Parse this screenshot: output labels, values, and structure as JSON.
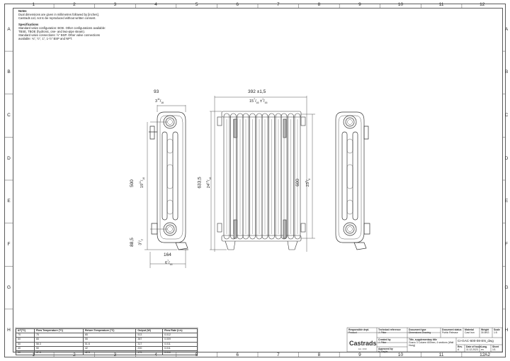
{
  "notes": {
    "title": "Notes",
    "line1": "Dual dimensions are given in millimetres followed by [inches].",
    "line2": "Castrads Ltd, not to be reproduced without written consent.",
    "spec_title": "Specifications",
    "spec1": "Standard valve configuration: BOE. Other configurations available:",
    "spec2": "TBSE, TBOE (hydronic, one- and two-pipe steam).",
    "spec3": "Standard valve connections: ½\" BSP. Other valve connections",
    "spec4": "available: ¾\", ½\", 1\", 1-½\" BSP and NPT."
  },
  "grid": {
    "columns": [
      "1",
      "2",
      "3",
      "4",
      "5",
      "6",
      "7",
      "8",
      "9",
      "10",
      "11",
      "12"
    ],
    "rows": [
      "A",
      "B",
      "C",
      "D",
      "E",
      "F",
      "G",
      "H"
    ]
  },
  "dims": {
    "side_width_mm": "93",
    "side_width_in_whole": "3",
    "side_width_in_num": "11",
    "side_width_in_den": "16",
    "front_width": "392 ±1,5",
    "front_width_in_whole": "15",
    "front_width_in_num": "7",
    "front_width_in_den": "16",
    "front_width_tol_num": "1",
    "front_width_tol_den": "16",
    "axis_mm": "500",
    "axis_in": "19",
    "axis_in_num": "11",
    "axis_in_den": "16",
    "overall_height_mm": "633,5",
    "overall_height_in": "24",
    "overall_height_num": "15",
    "overall_height_den": "16",
    "height600_mm": "600",
    "height600_in": "23",
    "height600_num": "5",
    "height600_den": "8",
    "foot_mm": "88,5",
    "foot_in": "3",
    "foot_num": "1",
    "foot_den": "2",
    "depth_mm": "164",
    "depth_in": "6",
    "depth_num": "7",
    "depth_den": "16"
  },
  "heat_table": {
    "headers": [
      "ΔT(°C)",
      "Flow Temperature (°C)",
      "Return Temperature (°C)",
      "Output (W)",
      "Flow Rate (L/s)"
    ],
    "rows": [
      [
        "70",
        "75",
        "65",
        "513",
        "0.012"
      ],
      [
        "60",
        "65",
        "55",
        "387",
        "0.009"
      ],
      [
        "50",
        "58.3",
        "51.6",
        "317",
        "0.011"
      ],
      [
        "40",
        "50",
        "42",
        "220",
        "0.011"
      ],
      [
        "30",
        "47.5",
        "42.5",
        "179",
        "0.010"
      ]
    ]
  },
  "title_block": {
    "responsible_label": "Responsible dept.",
    "responsible_value": "Product",
    "tech_ref_label": "Technical reference",
    "tech_ref_value": "J. Pitter",
    "created_label": "Created by",
    "created_value": "J. Pitter",
    "approved_label": "Approved by",
    "approved_value": "N. Baylis",
    "doctype_label": "Document type",
    "doctype_value": "Dimensions Drawing",
    "status_label": "Document status",
    "status_value": "Public Release",
    "material_label": "Material",
    "material_value": "Cast Iron",
    "weight_label": "Weight",
    "weight_value": "30.8KG",
    "scale_label": "Scale",
    "scale_value": "1:5",
    "title_label": "Title, supplementary title",
    "title_value": "Gusco 3 Column 600mm, 4 sections (Wall Hung)",
    "drawing_no": "CI-GAC-600-08-EN_dwg",
    "rev_label": "Rev.",
    "rev_value": "A",
    "date_label": "Date of Issue",
    "date_value": "11.12.2023",
    "lang_label": "Lang.",
    "lang_value": "en",
    "sheet_label": "Sheet",
    "sheet_value": "1/1",
    "brand": "Castrads",
    "brand_sub": "Est. 2002",
    "paper_size": "A2"
  }
}
